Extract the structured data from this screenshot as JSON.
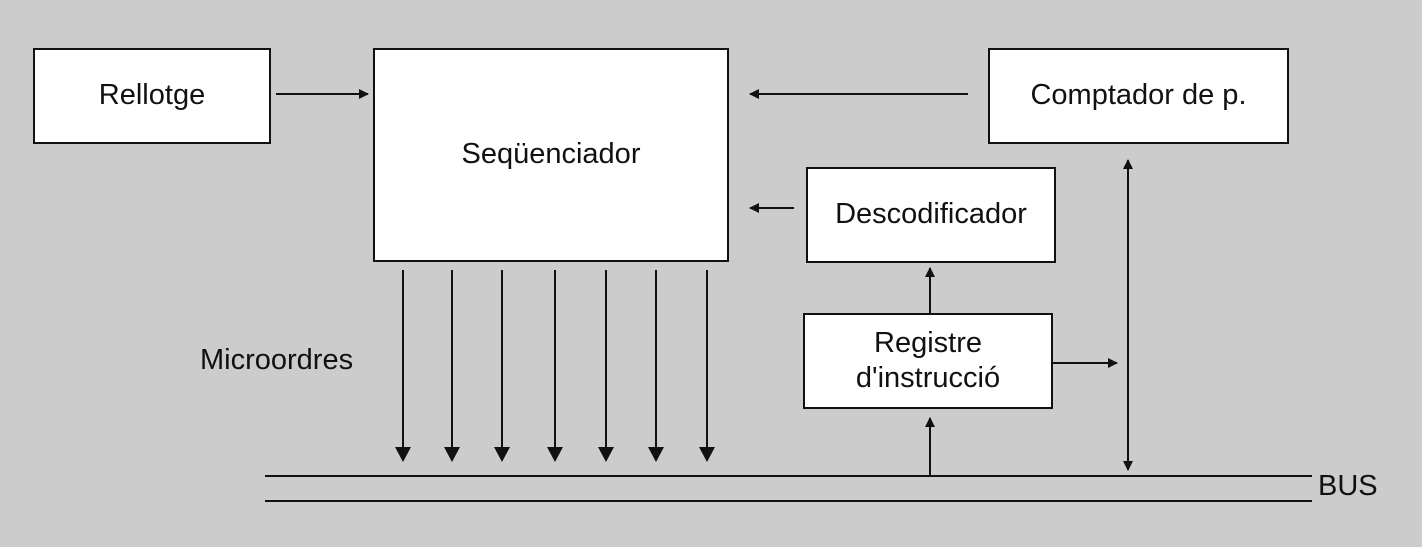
{
  "diagram": {
    "type": "block-diagram",
    "background_color": "#cccccc",
    "box_fill": "#ffffff",
    "stroke_color": "#111111",
    "blocks": {
      "rellotge": "Rellotge",
      "sequenciador": "Seqüenciador",
      "comptador": "Comptador de p.",
      "descodificador": "Descodificador",
      "registre_line1": "Registre",
      "registre_line2": "d'instrucció"
    },
    "labels": {
      "microordres": "Microordres",
      "bus": "BUS"
    },
    "microordre_count": 7,
    "connections": [
      {
        "from": "Rellotge",
        "to": "Seqüenciador",
        "direction": "one-way"
      },
      {
        "from": "Comptador de p.",
        "to": "Seqüenciador",
        "direction": "one-way"
      },
      {
        "from": "Descodificador",
        "to": "Seqüenciador",
        "direction": "one-way"
      },
      {
        "from": "Registre d'instrucció",
        "to": "Descodificador",
        "direction": "one-way"
      },
      {
        "from": "BUS",
        "to": "Registre d'instrucció",
        "direction": "one-way"
      },
      {
        "from": "Registre d'instrucció",
        "to": "Comptador de p. / BUS line",
        "direction": "one-way"
      },
      {
        "from": "Comptador de p.",
        "to": "BUS",
        "direction": "bidirectional"
      },
      {
        "from": "Seqüenciador",
        "to": "BUS",
        "direction": "one-way",
        "label": "Microordres"
      }
    ]
  }
}
